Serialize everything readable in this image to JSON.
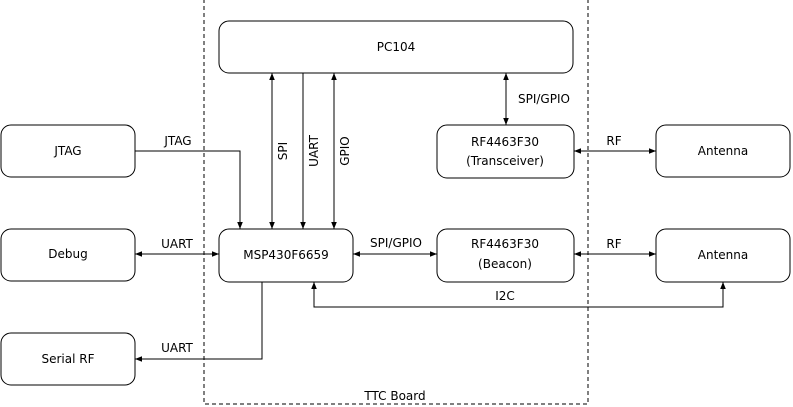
{
  "diagram": {
    "board_label": "TTC Board",
    "blocks": {
      "pc104": "PC104",
      "mcu": "MSP430F6659",
      "transceiver_line1": "RF4463F30",
      "transceiver_line2": "(Transceiver)",
      "beacon_line1": "RF4463F30",
      "beacon_line2": "(Beacon)",
      "jtag": "JTAG",
      "debug": "Debug",
      "serial_rf": "Serial RF",
      "antenna_top": "Antenna",
      "antenna_bottom": "Antenna"
    },
    "links": {
      "jtag_mcu": "JTAG",
      "debug_mcu": "UART",
      "serialrf_mcu": "UART",
      "pc104_mcu_spi": "SPI",
      "pc104_mcu_uart": "UART",
      "pc104_mcu_gpio": "GPIO",
      "pc104_transceiver": "SPI/GPIO",
      "mcu_beacon": "SPI/GPIO",
      "transceiver_antenna": "RF",
      "beacon_antenna": "RF",
      "mcu_antenna_i2c": "I2C"
    }
  }
}
